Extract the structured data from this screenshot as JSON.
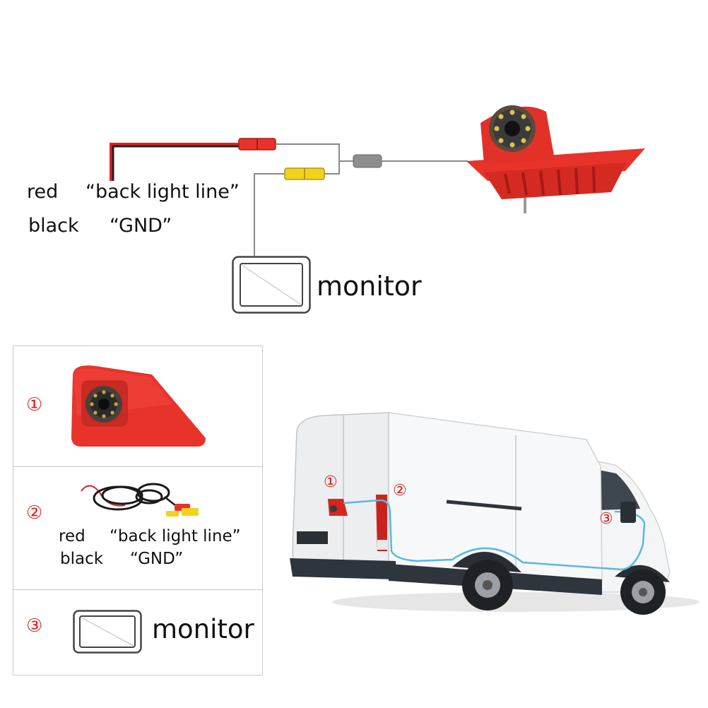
{
  "top_wiring": {
    "red_label": "red",
    "red_desc": "“back light line”",
    "black_label": "black",
    "black_desc": "“GND”",
    "monitor_label": "monitor"
  },
  "panels": [
    {
      "marker": "①"
    },
    {
      "marker": "②",
      "red_label": "red",
      "red_desc": "“back light line”",
      "black_label": "black",
      "black_desc": "“GND”"
    },
    {
      "marker": "③",
      "monitor_label": "monitor"
    }
  ],
  "van_markers": [
    "①",
    "②",
    "③"
  ],
  "colors": {
    "camera_red": "#e8332b",
    "wire_red": "#e02020",
    "marker_red": "#e0201c",
    "route_blue": "#59b8e0",
    "wire_grey": "#8a8a8a"
  }
}
